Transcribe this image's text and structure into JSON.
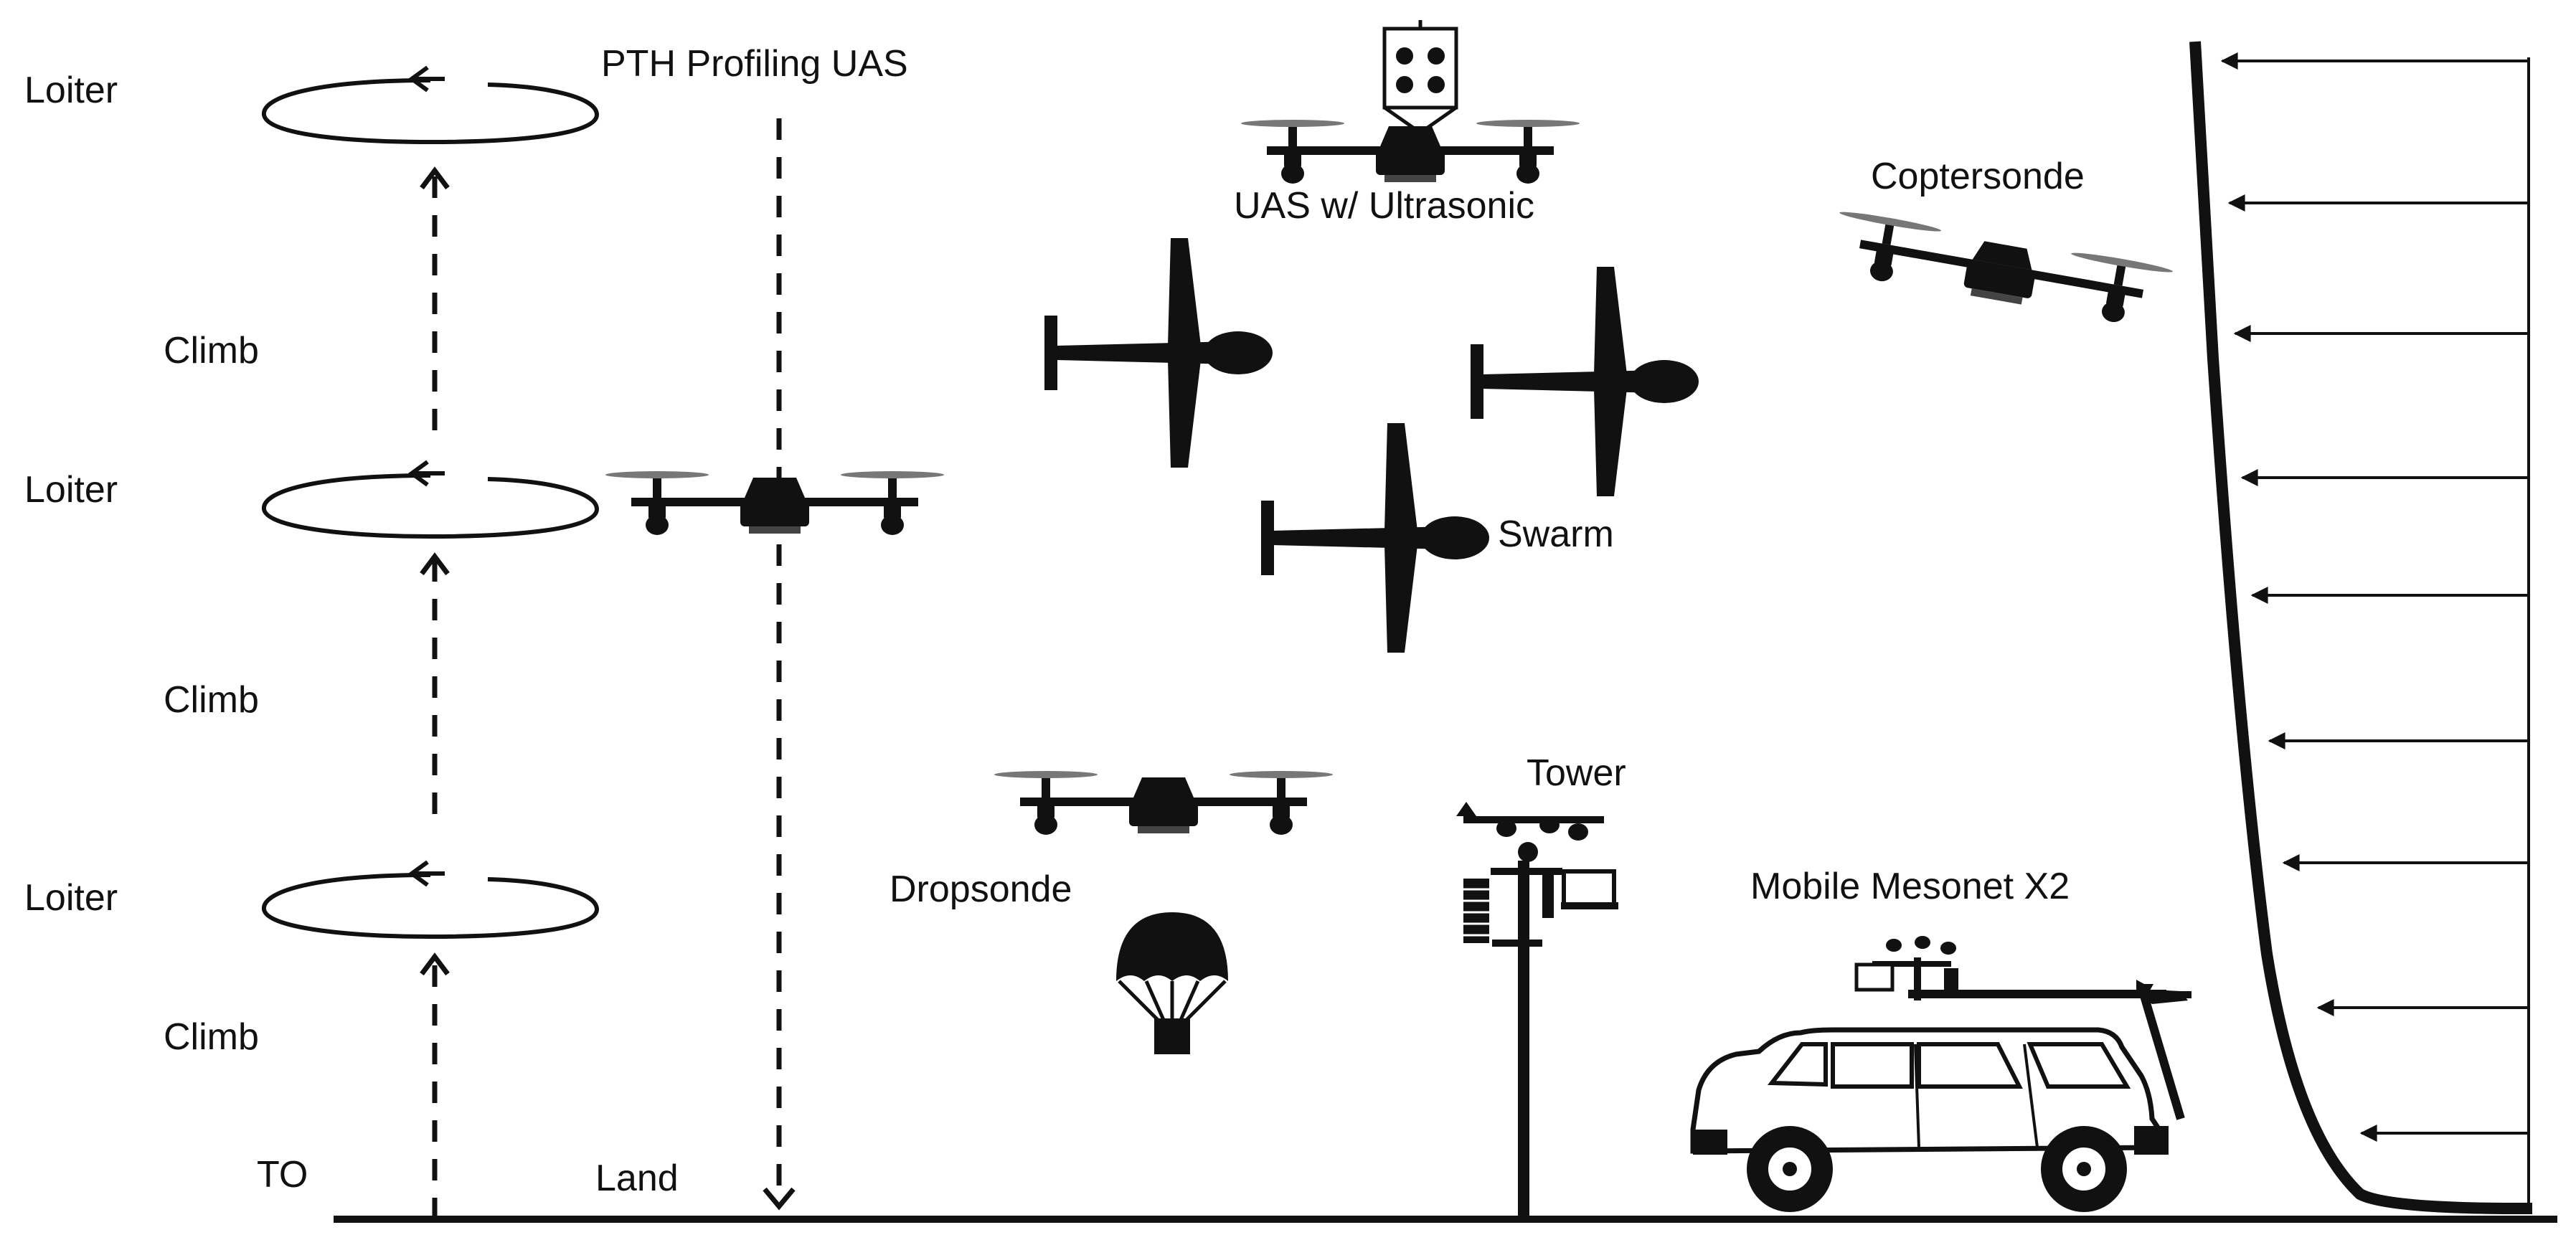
{
  "labels": {
    "loiter_top": "Loiter",
    "loiter_mid": "Loiter",
    "loiter_low": "Loiter",
    "climb_top": "Climb",
    "climb_mid": "Climb",
    "climb_low": "Climb",
    "takeoff": "TO",
    "land": "Land",
    "pth_profiling_uas": "PTH Profiling UAS",
    "uas_ultrasonic": "UAS w/ Ultrasonic",
    "coptersonde": "Coptersonde",
    "swarm": "Swarm",
    "tower": "Tower",
    "dropsonde": "Dropsonde",
    "mobile_mesonet": "Mobile Mesonet X2"
  },
  "icons": [
    "quadcopter-icon",
    "fixed-wing-uav-icon",
    "parachute-icon",
    "weather-station-icon",
    "suv-icon"
  ],
  "colors": {
    "ink": "#111111",
    "background": "#ffffff"
  }
}
